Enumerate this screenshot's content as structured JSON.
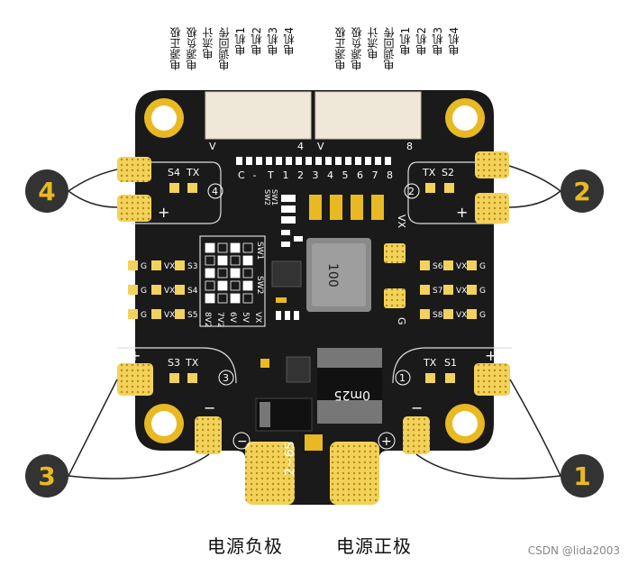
{
  "left_connector_labels": [
    "电源正极",
    "电源负极",
    "电流计",
    "电调回传",
    "电机1",
    "电机2",
    "电机3",
    "电机4"
  ],
  "right_connector_labels": [
    "电源正极",
    "电源负极",
    "电流计",
    "电调回传",
    "电机1",
    "电机2",
    "电机3",
    "电机4"
  ],
  "connector_end_marks": {
    "left_v": "V",
    "left_num": "4",
    "right_v": "V",
    "right_num": "8"
  },
  "pin_row_labels": [
    "C",
    "-",
    "T",
    "1",
    "2",
    "3",
    "4",
    "5",
    "6",
    "7",
    "8"
  ],
  "switch_labels": {
    "sw1": "SW1",
    "sw2": "SW2",
    "sw1_table": "SW1",
    "sw2_table": "SW2"
  },
  "voltage_labels": [
    "8V2",
    "7V2",
    "6V",
    "5V",
    "VX"
  ],
  "inductor_value": "100",
  "resistor_value": "0m25",
  "battery_range": "2~6S",
  "polarity": {
    "minus": "−",
    "plus": "+"
  },
  "corner_pads": {
    "top_left": {
      "signal": "S4",
      "tx": "TX",
      "number": "4",
      "plus": "+"
    },
    "top_right": {
      "signal": "S2",
      "tx": "TX",
      "number": "2",
      "plus": "+"
    },
    "bottom_left": {
      "signal": "S3",
      "tx": "TX",
      "number": "3",
      "plus": "+",
      "minus": "−"
    },
    "bottom_right": {
      "signal": "S1",
      "tx": "TX",
      "number": "1",
      "plus": "+",
      "minus": "−"
    }
  },
  "servo_rows_left": [
    [
      "G",
      "VX",
      "S3"
    ],
    [
      "G",
      "VX",
      "S4"
    ],
    [
      "G",
      "VX",
      "S5"
    ]
  ],
  "servo_rows_right": [
    [
      "S6",
      "VX",
      "G"
    ],
    [
      "S7",
      "VX",
      "G"
    ],
    [
      "S8",
      "VX",
      "G"
    ]
  ],
  "side_pads": {
    "vx": "VX",
    "g": "G"
  },
  "callouts": [
    "1",
    "2",
    "3",
    "4"
  ],
  "bottom_captions": {
    "negative": "电源负极",
    "positive": "电源正极"
  },
  "watermark": "CSDN @lida2003",
  "colors": {
    "board": "#1a1a1a",
    "gold": "#e8b923",
    "pad": "#f2d25a",
    "callout": "#333333",
    "silk": "#ffffff",
    "connector": "#efe7d8"
  }
}
